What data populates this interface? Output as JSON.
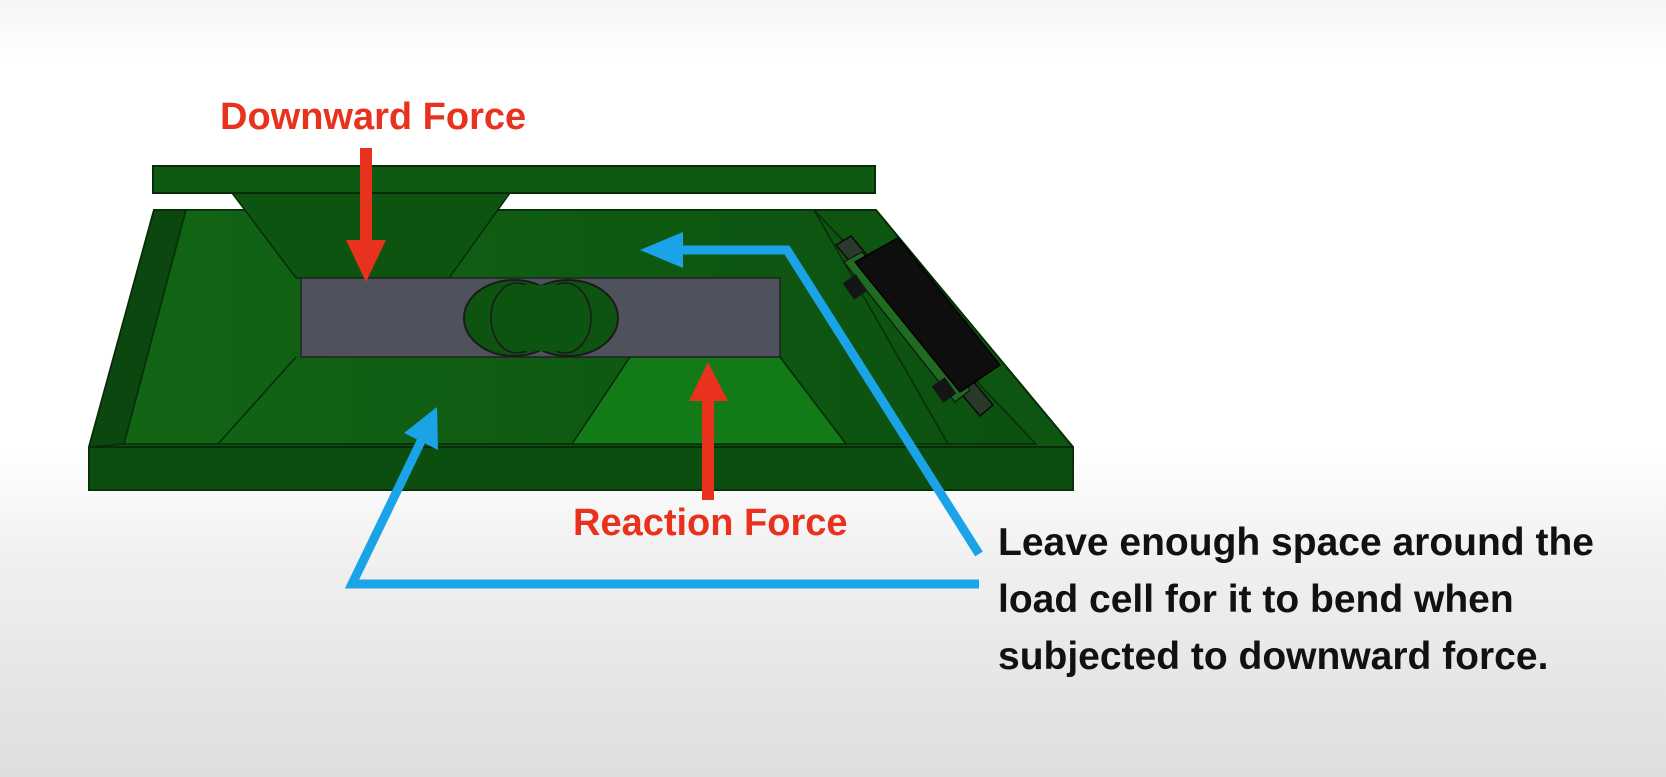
{
  "labels": {
    "downward_force": "Downward Force",
    "reaction_force": "Reaction Force"
  },
  "note": {
    "lines": [
      "Leave enough space around the",
      "load cell for it to bend when",
      "subjected to downward force."
    ]
  },
  "colors": {
    "force_arrow": "#e8321e",
    "clearance_arrow": "#1aa3e6",
    "base_green": "#0f5a12",
    "load_cell": "#4f525c",
    "electronics": "#111111"
  },
  "icons": {
    "downward_arrow": "arrow-down-icon",
    "reaction_arrow": "arrow-up-icon",
    "clearance_arrows": "arrow-icon"
  }
}
